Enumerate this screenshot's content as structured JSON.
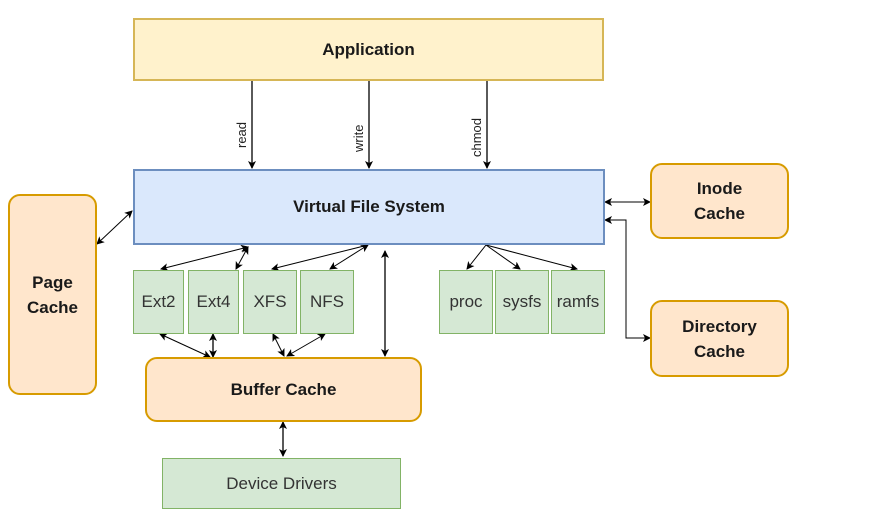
{
  "diagram": {
    "application": "Application",
    "vfs": "Virtual File System",
    "page_cache": [
      "Page",
      "Cache"
    ],
    "inode_cache": [
      "Inode",
      "Cache"
    ],
    "directory_cache": [
      "Directory",
      "Cache"
    ],
    "buffer_cache": "Buffer Cache",
    "device_drivers": "Device Drivers",
    "disk_filesystems": [
      "Ext2",
      "Ext4",
      "XFS",
      "NFS"
    ],
    "virtual_filesystems": [
      "proc",
      "sysfs",
      "ramfs"
    ],
    "syscalls": [
      "read",
      "write",
      "chmod"
    ],
    "colors": {
      "application_fill": "#fff2cc",
      "application_stroke": "#d6b656",
      "vfs_fill": "#dae8fc",
      "vfs_stroke": "#6c8ebf",
      "cache_fill": "#ffe6cc",
      "cache_stroke": "#d79b00",
      "fs_fill": "#d5e8d4",
      "fs_stroke": "#82b366"
    }
  }
}
